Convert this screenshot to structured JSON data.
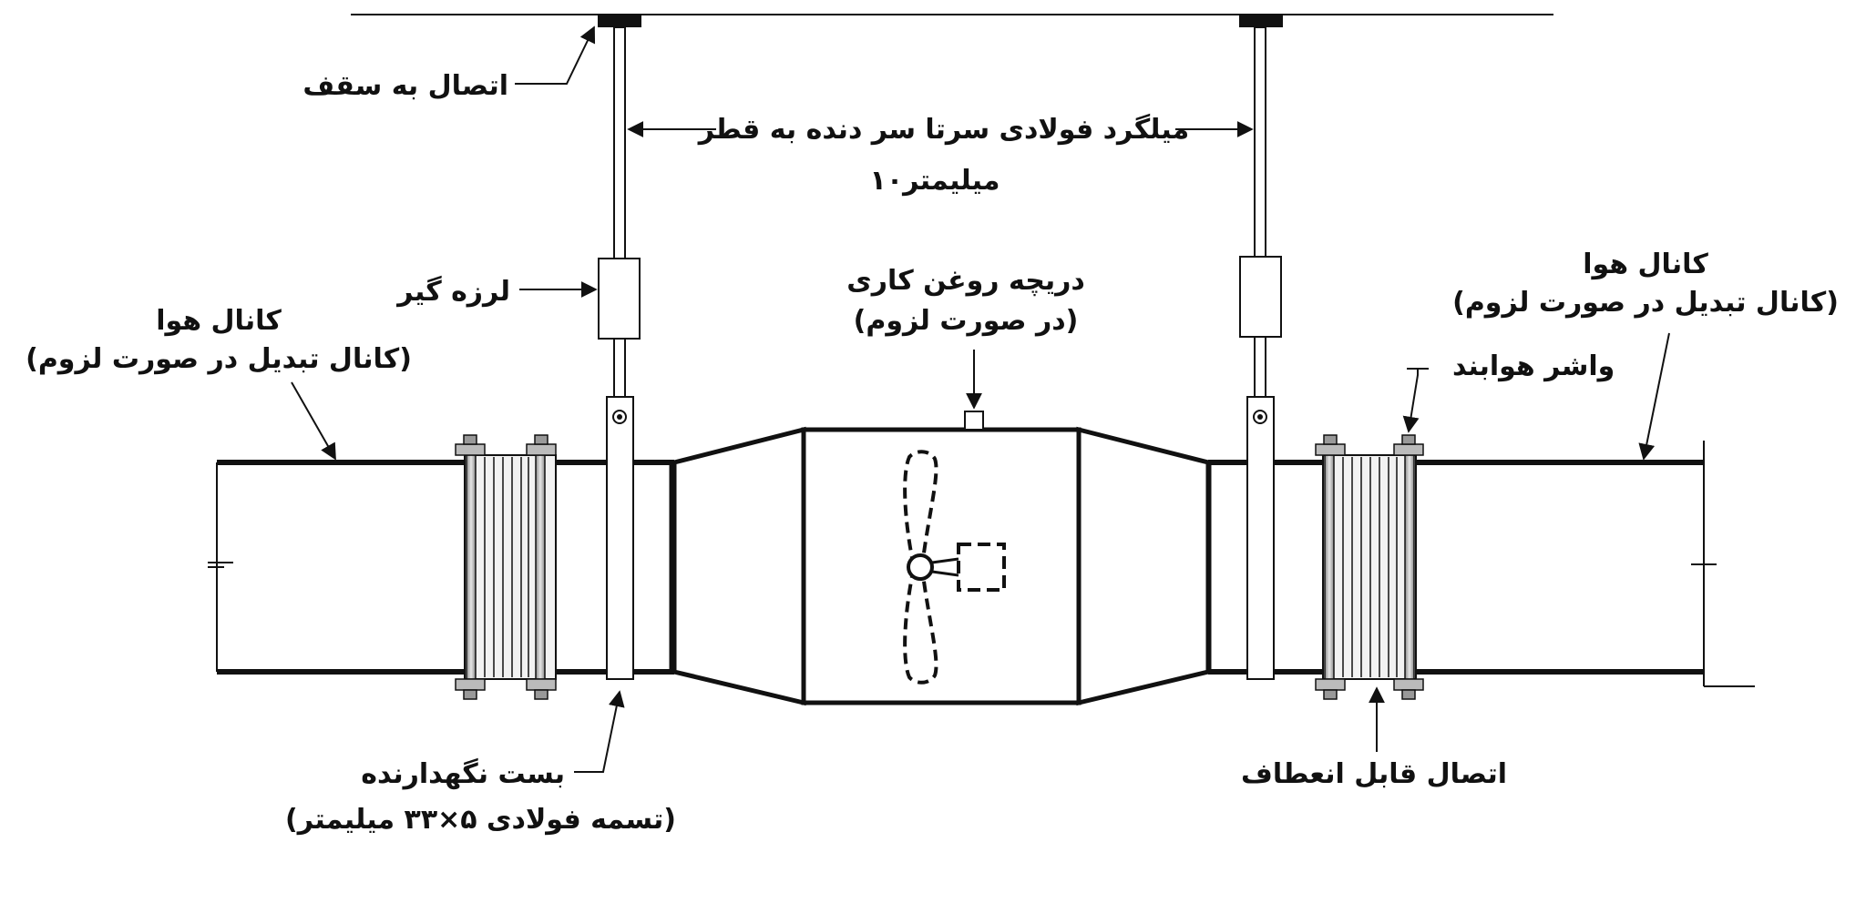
{
  "labels": {
    "ceiling_joint": "اتصال به سقف",
    "threaded_rod_line1": "میلگرد فولادی سرتا سر دنده به قطر",
    "threaded_rod_line2": "۱۰میلیمتر",
    "vibration_isolator": "لرزه گیر",
    "duct_left_line1": "کانال هوا",
    "duct_left_line2": "(کانال تبدیل در صورت لزوم)",
    "lube_port_line1": "دریچه روغن کاری",
    "lube_port_line2": "(در صورت لزوم)",
    "duct_right_line1": "کانال هوا",
    "duct_right_line2": "(کانال تبدیل در صورت لزوم)",
    "gasket": "واشر هوابند",
    "clamp_line1": "بست نگهدارنده",
    "clamp_line2": "(تسمه فولادی ۵×۳۳ میلیمتر)",
    "flexible_joint": "اتصال قابل انعطاف"
  },
  "colors": {
    "ink": "#111111",
    "metal_light": "#d9d9d9",
    "metal_mid": "#9a9a9a",
    "background": "#ffffff"
  },
  "icons": {
    "damper": "butterfly-damper-icon",
    "actuator": "actuator-box-icon"
  }
}
